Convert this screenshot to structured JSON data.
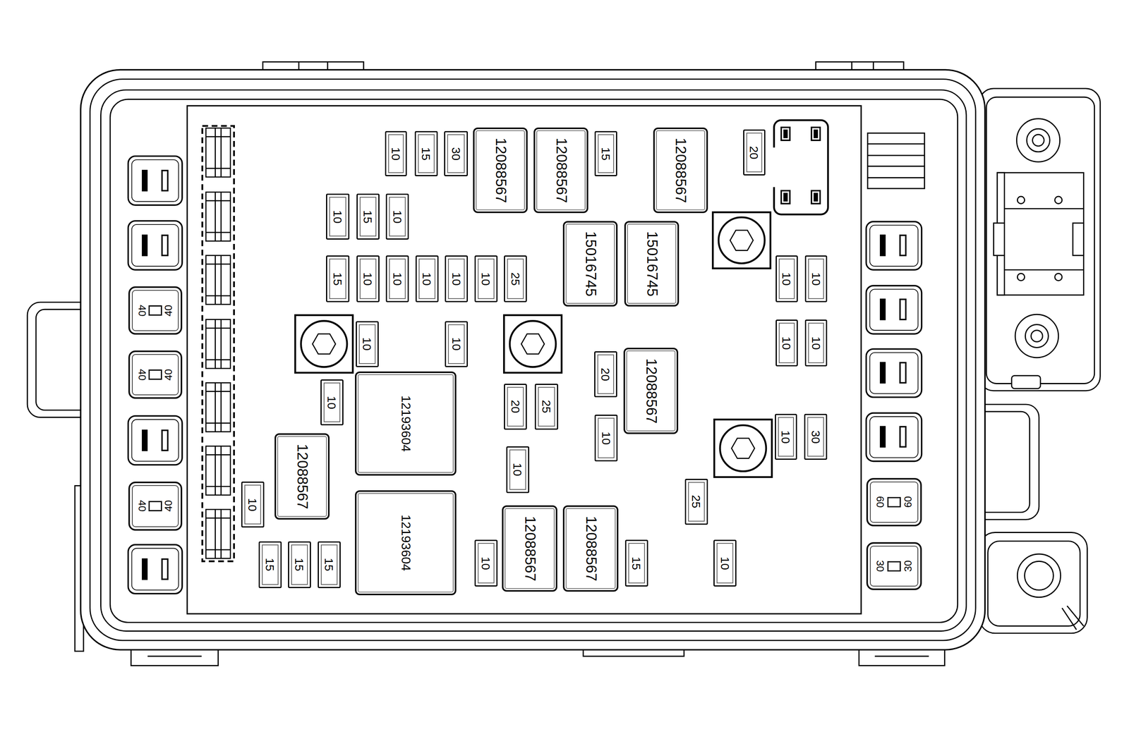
{
  "diagram": {
    "nodes": [
      {
        "text": [
          "10"
        ]
      },
      {
        "text": [
          "15"
        ]
      },
      {
        "text": [
          "30"
        ]
      },
      {
        "text": [
          "12088567"
        ]
      },
      {
        "text": [
          "12088567"
        ]
      },
      {
        "text": [
          "15"
        ]
      },
      {
        "text": [
          "12088567"
        ]
      },
      {
        "text": [
          "20"
        ]
      },
      {
        "text": [
          "10"
        ]
      },
      {
        "text": [
          "15"
        ]
      },
      {
        "text": [
          "10"
        ]
      },
      {
        "text": [
          "15016745"
        ]
      },
      {
        "text": [
          "15016745"
        ]
      },
      {
        "text": [
          "15"
        ]
      },
      {
        "text": [
          "10"
        ]
      },
      {
        "text": [
          "10"
        ]
      },
      {
        "text": [
          "10"
        ]
      },
      {
        "text": [
          "10"
        ]
      },
      {
        "text": [
          "10"
        ]
      },
      {
        "text": [
          "25"
        ]
      },
      {
        "text": [
          "10"
        ]
      },
      {
        "text": [
          "10"
        ]
      },
      {
        "text": [
          "40",
          "40"
        ]
      },
      {
        "text": [
          "10"
        ]
      },
      {
        "text": [
          "10"
        ]
      },
      {
        "text": [
          "10"
        ]
      },
      {
        "text": [
          "10"
        ]
      },
      {
        "text": [
          "40",
          "40"
        ]
      },
      {
        "text": [
          "20"
        ]
      },
      {
        "text": [
          "12088567"
        ]
      },
      {
        "text": [
          "10"
        ]
      },
      {
        "text": [
          "12193604"
        ]
      },
      {
        "text": [
          "20"
        ]
      },
      {
        "text": [
          "25"
        ]
      },
      {
        "text": [
          "10"
        ]
      },
      {
        "text": [
          "10"
        ]
      },
      {
        "text": [
          "30"
        ]
      },
      {
        "text": [
          "12088567"
        ]
      },
      {
        "text": [
          "10"
        ]
      },
      {
        "text": [
          "60",
          "60"
        ]
      },
      {
        "text": [
          "25"
        ]
      },
      {
        "text": [
          "40",
          "40"
        ]
      },
      {
        "text": [
          "10"
        ]
      },
      {
        "text": [
          "12193604"
        ]
      },
      {
        "text": [
          "12088567"
        ]
      },
      {
        "text": [
          "12088567"
        ]
      },
      {
        "text": [
          "10"
        ]
      },
      {
        "text": [
          "15"
        ]
      },
      {
        "text": [
          "10"
        ]
      },
      {
        "text": [
          "15"
        ]
      },
      {
        "text": [
          "15"
        ]
      },
      {
        "text": [
          "15"
        ]
      },
      {
        "text": [
          "30",
          "30"
        ]
      }
    ]
  }
}
